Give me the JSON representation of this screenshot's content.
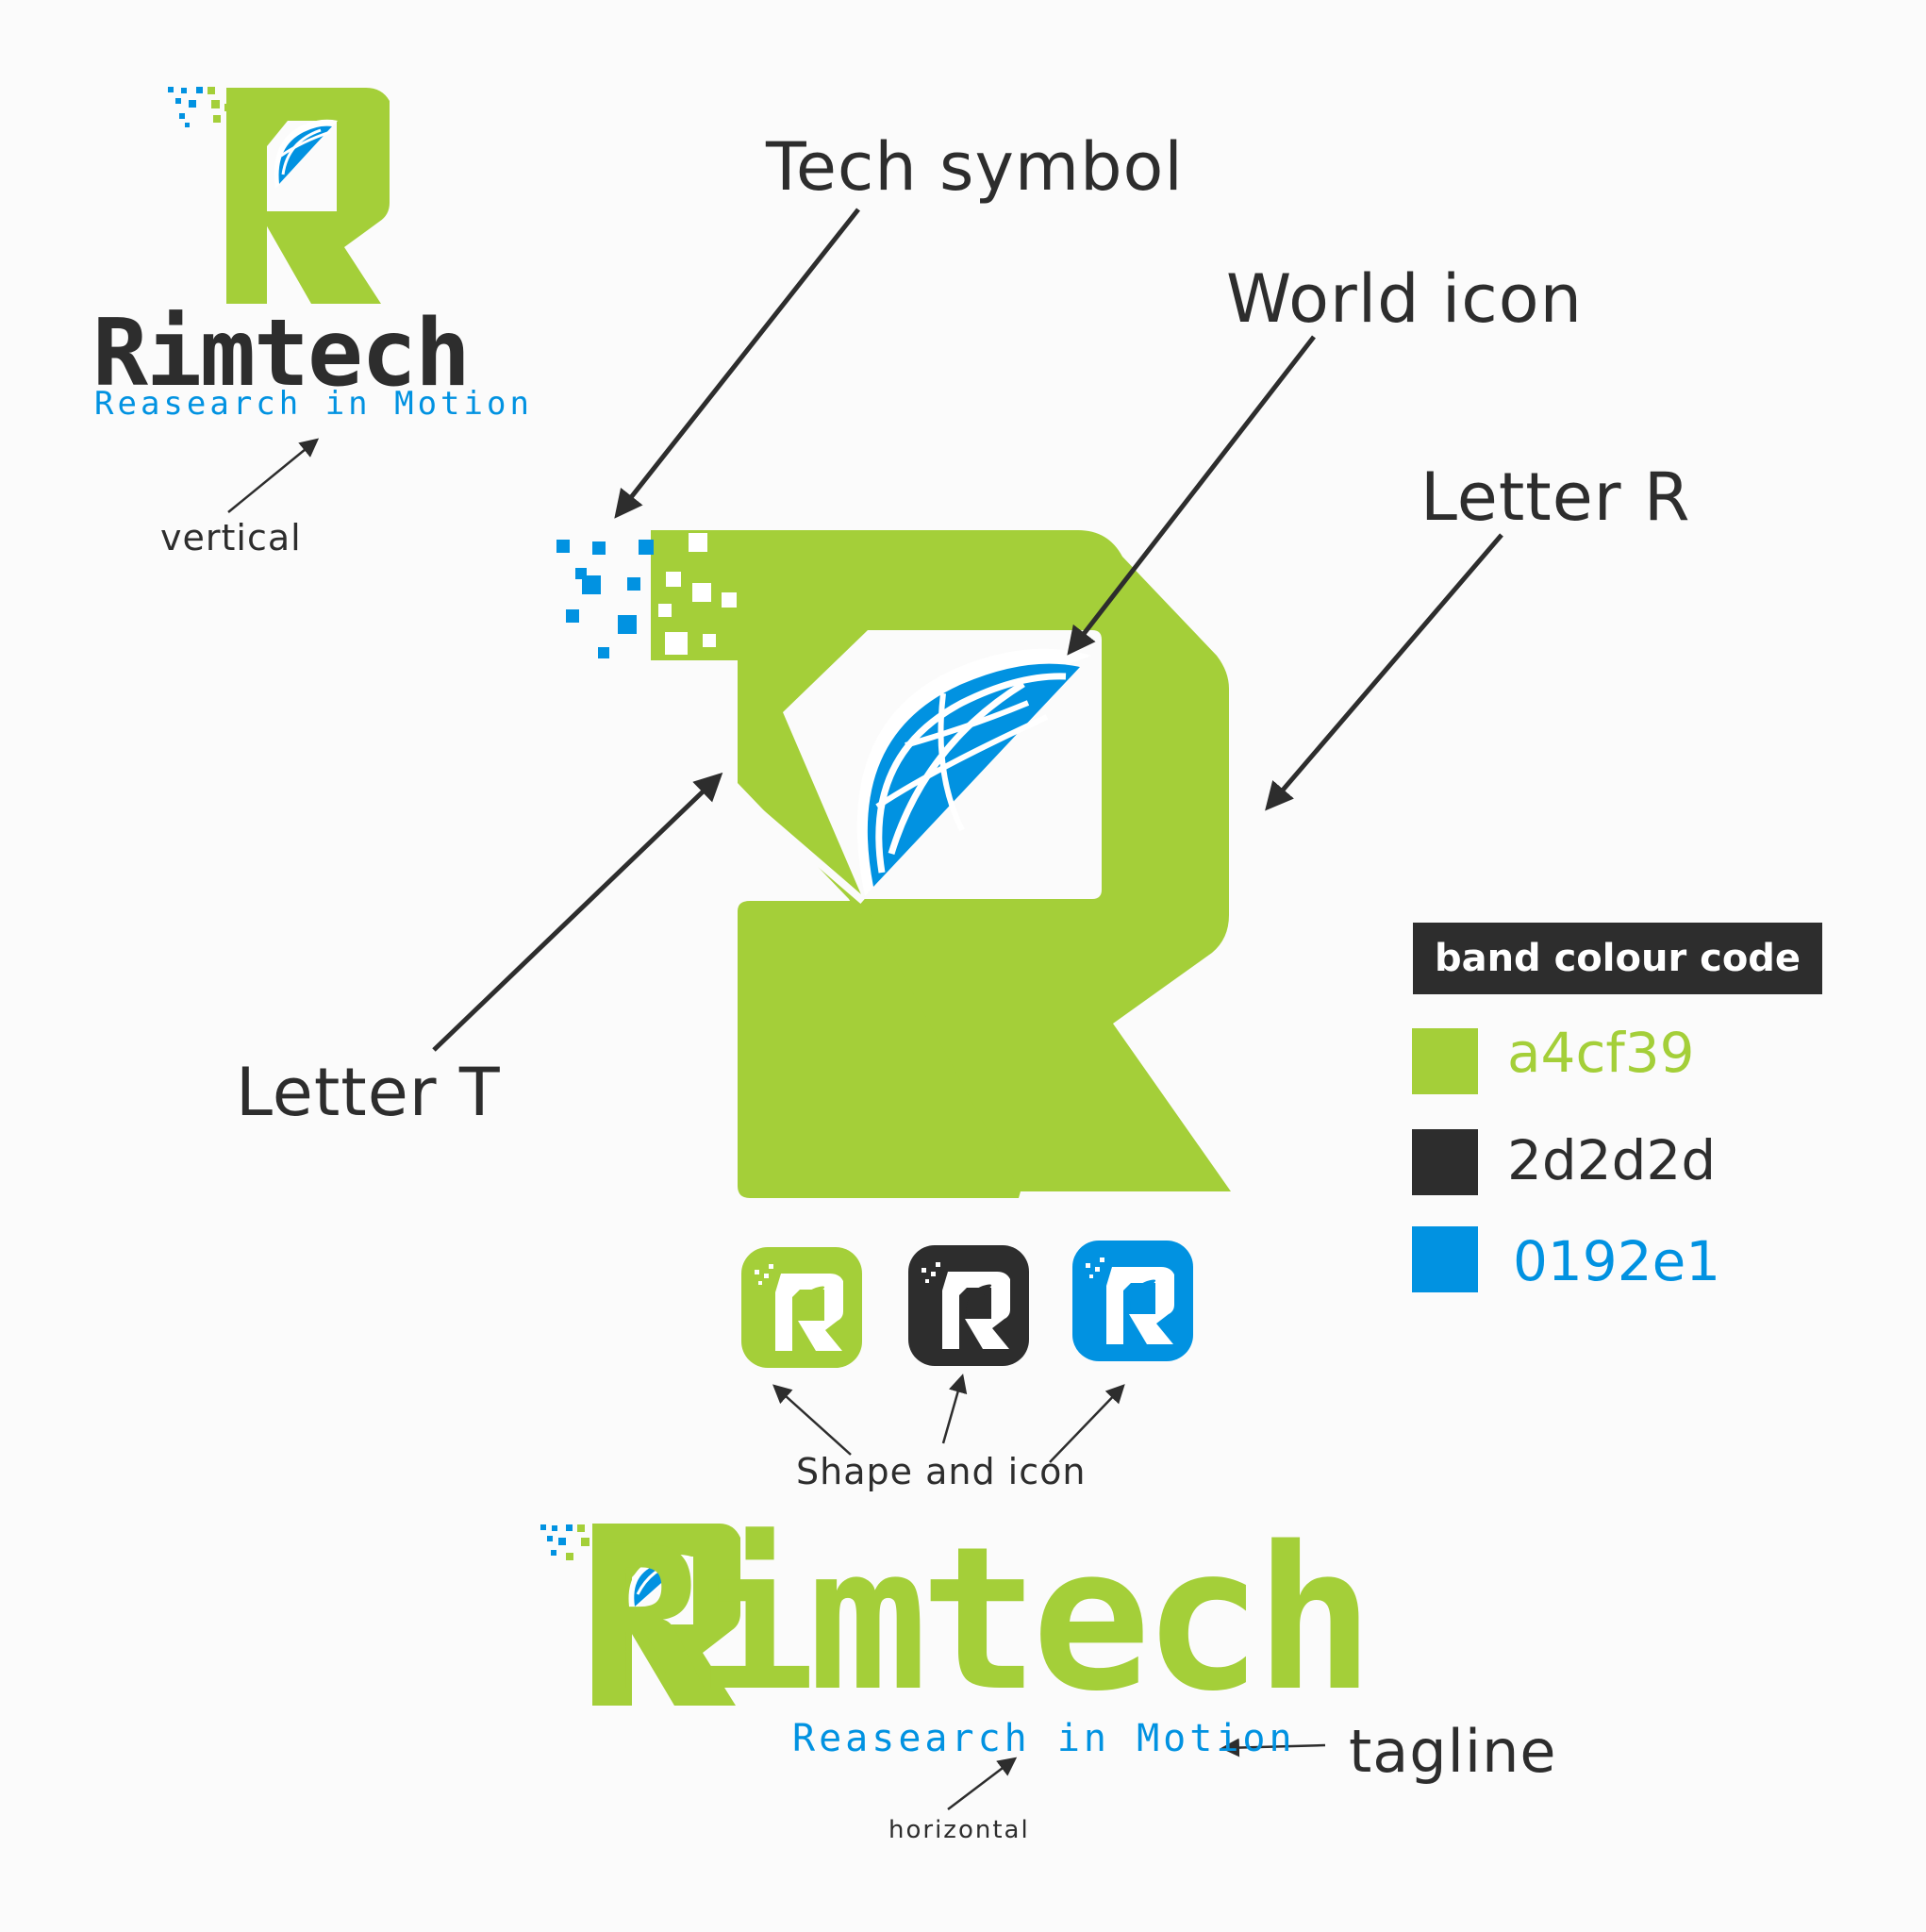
{
  "brand": {
    "name": "Rimtech",
    "tagline": "Reasearch in Motion"
  },
  "annotations": {
    "tech_symbol": "Tech symbol",
    "world_icon": "World icon",
    "letter_r": "Letter R",
    "letter_t": "Letter T",
    "vertical": "vertical",
    "horizontal": "horizontal",
    "shape_and_icon": "Shape and icon",
    "tagline": "tagline"
  },
  "palette": {
    "title": "band colour code",
    "colors": [
      {
        "hex": "a4cf39",
        "value": "#a4cf39"
      },
      {
        "hex": "2d2d2d",
        "value": "#2d2d2d"
      },
      {
        "hex": "0192e1",
        "value": "#0192e1"
      }
    ]
  },
  "app_icons": [
    {
      "variant": "green",
      "background": "#a4cf39"
    },
    {
      "variant": "dark",
      "background": "#2d2d2d"
    },
    {
      "variant": "blue",
      "background": "#0192e1"
    }
  ],
  "icons": [
    "globe-icon",
    "pixel-tech-icon",
    "arrow-icon"
  ]
}
